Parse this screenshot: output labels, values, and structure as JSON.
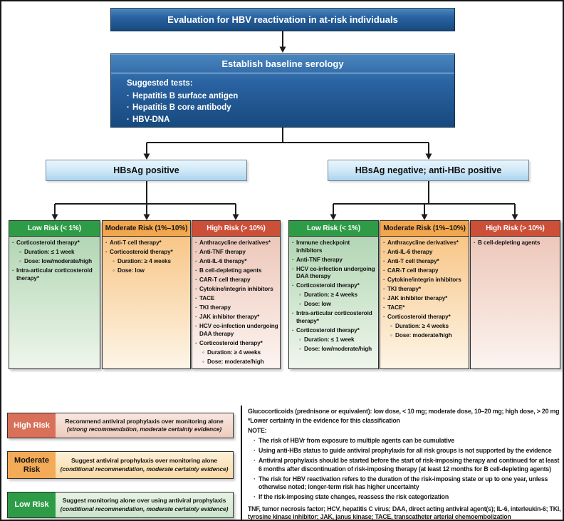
{
  "figure": {
    "title": "Evaluation for HBV reactivation in at-risk individuals"
  },
  "serology": {
    "title": "Establish baseline serology",
    "intro": "Suggested tests:",
    "tests": [
      "Hepatitis B surface antigen",
      "Hepatitis B core antibody",
      "HBV-DNA"
    ]
  },
  "branches": [
    {
      "label": "HBsAg positive"
    },
    {
      "label": "HBsAg negative; anti-HBc positive"
    }
  ],
  "risk_columns": [
    {
      "branch": "HBsAg positive",
      "level": "low",
      "header": "Low Risk (< 1%)",
      "items": [
        {
          "text": "Corticosteroid therapy*",
          "sub": [
            "Duration: ≤ 1 week",
            "Dose: low/moderate/high"
          ]
        },
        {
          "text": "Intra-articular corticosteroid therapy*"
        }
      ]
    },
    {
      "branch": "HBsAg positive",
      "level": "moderate",
      "header": "Moderate Risk (1%–10%)",
      "items": [
        {
          "text": "Anti-T cell therapy*"
        },
        {
          "text": "Corticosteroid therapy*",
          "sub": [
            "Duration: ≥ 4 weeks",
            "Dose: low"
          ]
        }
      ]
    },
    {
      "branch": "HBsAg positive",
      "level": "high",
      "header": "High Risk (> 10%)",
      "items": [
        {
          "text": "Anthracycline derivatives*"
        },
        {
          "text": "Anti-TNF therapy"
        },
        {
          "text": "Anti-IL-6 therapy*"
        },
        {
          "text": "B cell-depleting agents"
        },
        {
          "text": "CAR-T cell therapy"
        },
        {
          "text": "Cytokine/integrin inhibitors"
        },
        {
          "text": "TACE"
        },
        {
          "text": "TKI therapy"
        },
        {
          "text": "JAK inhibitor therapy*"
        },
        {
          "text": "HCV co-infection undergoing DAA therapy"
        },
        {
          "text": "Corticosteroid therapy*",
          "sub": [
            "Duration: ≥ 4 weeks",
            "Dose: moderate/high"
          ]
        }
      ]
    },
    {
      "branch": "HBsAg negative; anti-HBc positive",
      "level": "low",
      "header": "Low Risk (< 1%)",
      "items": [
        {
          "text": "Immune checkpoint inhibitors"
        },
        {
          "text": "Anti-TNF therapy"
        },
        {
          "text": "HCV co-infection undergoing DAA therapy"
        },
        {
          "text": "Corticosteroid therapy*",
          "sub": [
            "Duration: ≥ 4 weeks",
            "Dose: low"
          ]
        },
        {
          "text": "Intra-articular corticosteroid therapy*"
        },
        {
          "text": "Corticosteroid therapy*",
          "sub": [
            "Duration: ≤ 1 week",
            "Dose: low/moderate/high"
          ]
        }
      ]
    },
    {
      "branch": "HBsAg negative; anti-HBc positive",
      "level": "moderate",
      "header": "Moderate Risk (1%–10%)",
      "items": [
        {
          "text": "Anthracycline derivatives*"
        },
        {
          "text": "Anti-IL-6 therapy"
        },
        {
          "text": "Anti-T cell therapy*"
        },
        {
          "text": "CAR-T cell therapy"
        },
        {
          "text": "Cytokine/integrin inhibitors"
        },
        {
          "text": "TKI therapy*"
        },
        {
          "text": "JAK inhibitor therapy*"
        },
        {
          "text": "TACE*"
        },
        {
          "text": "Corticosteroid therapy*",
          "sub": [
            "Duration: ≥ 4 weeks",
            "Dose: moderate/high"
          ]
        }
      ]
    },
    {
      "branch": "HBsAg negative; anti-HBc positive",
      "level": "high",
      "header": "High Risk (> 10%)",
      "items": [
        {
          "text": "B cell-depleting agents"
        }
      ]
    }
  ],
  "legend": [
    {
      "level": "high",
      "label": "High Risk",
      "recommendation": "Recommend antiviral prophylaxis over monitoring alone",
      "qualifier": "(strong recommendation, moderate certainty evidence)"
    },
    {
      "level": "moderate",
      "label": "Moderate Risk",
      "recommendation": "Suggest antiviral prophylaxis over monitoring alone",
      "qualifier": "(conditional recommendation, moderate certainty evidence)"
    },
    {
      "level": "low",
      "label": "Low Risk",
      "recommendation": "Suggest monitoring alone over using antiviral prophylaxis",
      "qualifier": "(conditional recommendation, moderate certainty evidence)"
    }
  ],
  "notes": {
    "glucocorticoid_doses": "Glucocorticoids (prednisone or equivalent): low dose, < 10 mg; moderate dose, 10–20 mg; high dose, > 20 mg",
    "lower_certainty": "*Lower certainty in the evidence for this classification",
    "note_label": "NOTE:",
    "note_items": [
      "The risk of HBVr from exposure to multiple agents can be cumulative",
      "Using anti-HBs status to guide antiviral prophylaxis for all risk groups is not supported by the evidence",
      "Antiviral prophylaxis should be started before the start of risk-imposing therapy and continued for at least 6 months after discontinuation of risk-imposing therapy (at least 12 months for B cell-depleting agents)",
      "The risk for HBV reactivation refers to the duration of the risk-imposing state or up to one year, unless otherwise noted; longer-term risk has higher uncertainty",
      "If the risk-imposing state changes, reassess the risk categorization"
    ],
    "abbreviations": "TNF, tumor necrosis factor; HCV, hepatitis C virus; DAA, direct acting antiviral agent(s); IL-6, interleukin-6; TKI, tyrosine kinase inhibitor; JAK, janus kinase; TACE, transcatheter arterial chemoembolization"
  },
  "glyphs": {
    "bullet": "·",
    "sub_bullet": "◦"
  },
  "colors": {
    "dark_blue_top": "#4a86be",
    "dark_blue_bottom": "#174a7e",
    "light_blue_top": "#e9f6fd",
    "light_blue_bottom": "#a9d4ef",
    "green": "#2e9c47",
    "orange": "#f2a74e",
    "red": "#cc4f38",
    "legend_high": "#d8705a",
    "legend_moderate": "#f3ab57",
    "line": "#1c1c1c"
  }
}
